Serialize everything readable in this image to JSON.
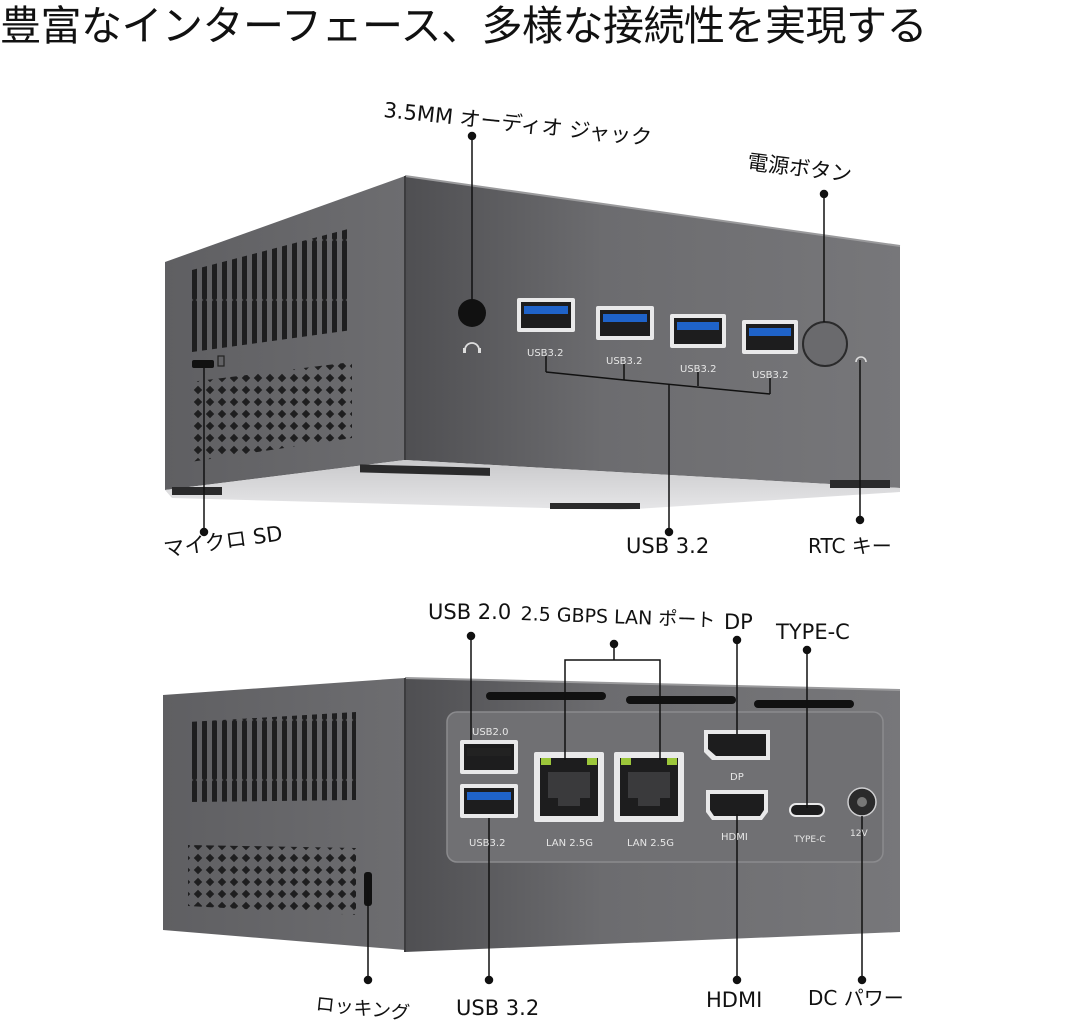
{
  "headline": "豊富なインターフェース、多様な接続性を実現する",
  "front": {
    "callouts": {
      "audio_jack": "3.5MM オーディオ ジャック",
      "power_button": "電源ボタン",
      "micro_sd": "マイクロ SD",
      "usb_group": "USB 3.2",
      "rtc_key": "RTC キー"
    },
    "port_labels": [
      "USB3.2",
      "USB3.2",
      "USB3.2",
      "USB3.2"
    ]
  },
  "rear": {
    "callouts": {
      "usb20": "USB 2.0",
      "lan": "2.5 GBPS LAN ポート",
      "dp": "DP",
      "typec": "TYPE-C",
      "lock": "ロッキング",
      "usb32": "USB 3.2",
      "hdmi": "HDMI",
      "dc": "DC パワー"
    },
    "port_labels": {
      "usb20": "USB2.0",
      "usb32": "USB3.2",
      "lan1": "LAN 2.5G",
      "lan2": "LAN 2.5G",
      "dp": "DP",
      "hdmi": "HDMI",
      "typec": "TYPE-C",
      "dc": "12V"
    }
  },
  "colors": {
    "body": "#6e6e70",
    "body_dark": "#4a4a4c",
    "body_light": "#8a8a8c",
    "usb_blue": "#1f63c9",
    "lan_led": "#9cc63a",
    "leader": "#111111"
  }
}
